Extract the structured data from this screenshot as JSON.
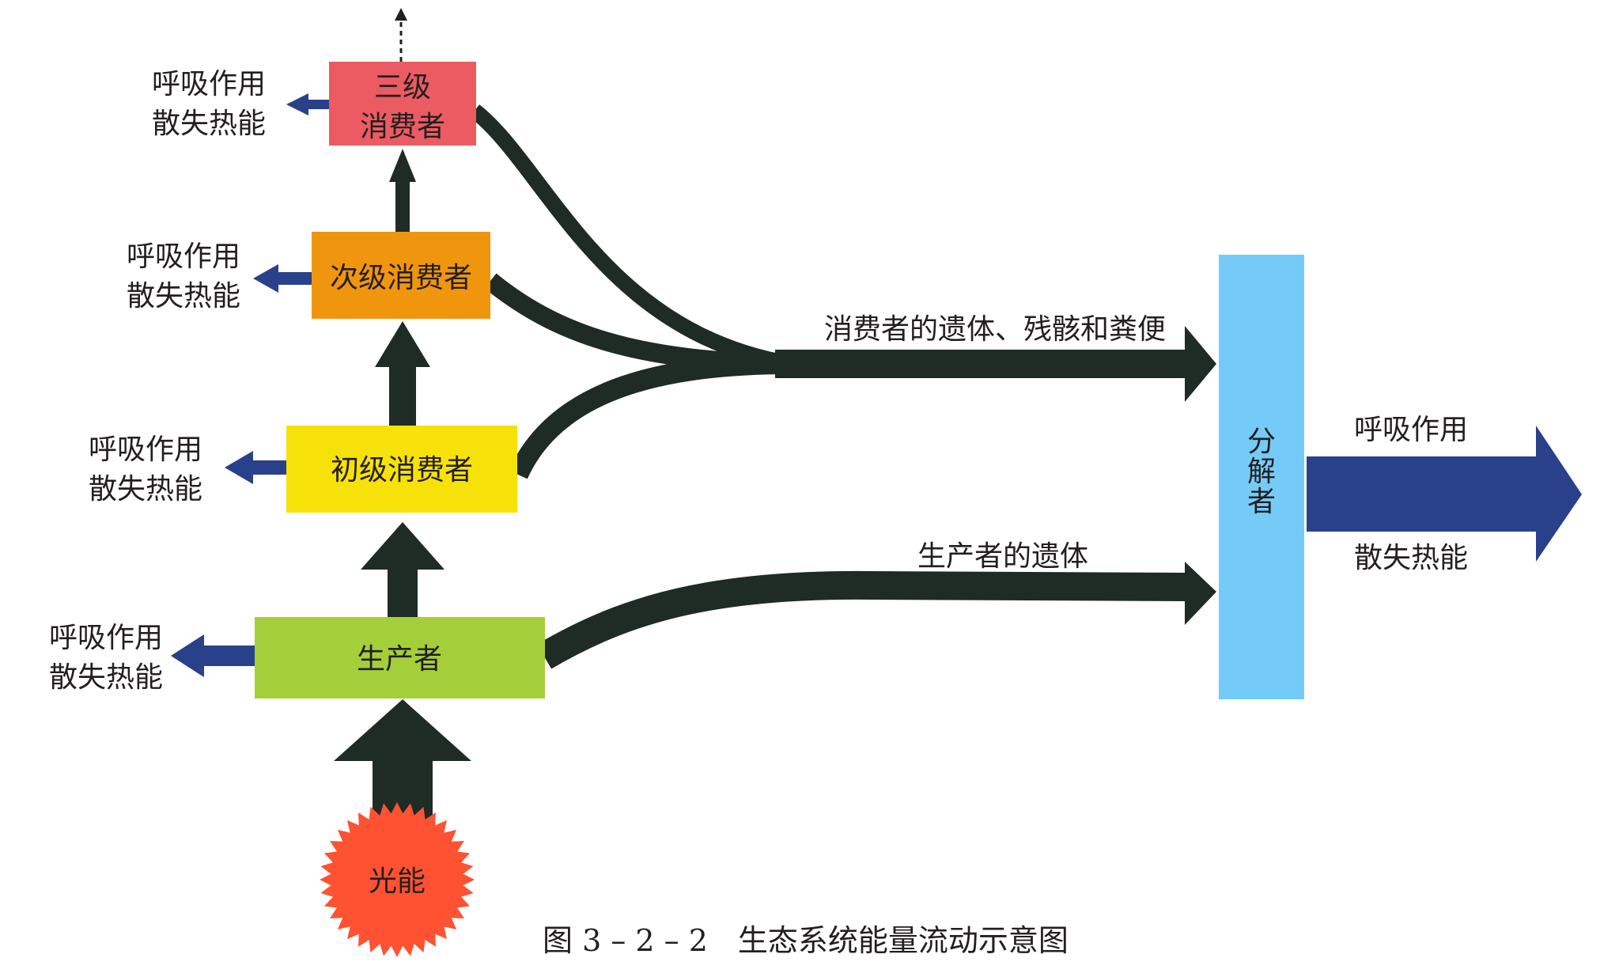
{
  "colors": {
    "arrow_dark": "#1f2b25",
    "arrow_blue": "#29408a",
    "tertiary": "#ec5b62",
    "secondary": "#f0960e",
    "primary": "#f6e209",
    "producer": "#a5cf3a",
    "decomposer": "#74cbf7",
    "sun": "#ff5233",
    "text": "#231f20"
  },
  "nodes": {
    "tertiary_line1": "三级",
    "tertiary_line2": "消费者",
    "secondary": "次级消费者",
    "primary": "初级消费者",
    "producer": "生产者",
    "sun": "光能",
    "decomposer_char1": "分",
    "decomposer_char2": "解",
    "decomposer_char3": "者"
  },
  "respiration": {
    "line1": "呼吸作用",
    "line2": "散失热能"
  },
  "flows": {
    "consumer_remains": "消费者的遗体、残骸和粪便",
    "producer_remains": "生产者的遗体"
  },
  "decomposer_output": {
    "line1": "呼吸作用",
    "line2": "散失热能"
  },
  "caption": "图 3 – 2 – 2　生态系统能量流动示意图"
}
